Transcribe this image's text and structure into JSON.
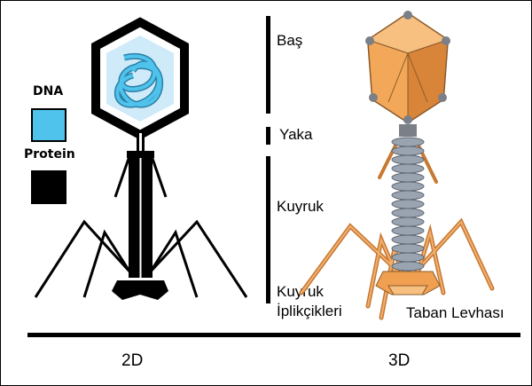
{
  "legend": {
    "dna_label": "DNA",
    "protein_label": "Protein",
    "dna_color": "#4fc3ec",
    "protein_color": "#000000"
  },
  "parts": {
    "head": "Baş",
    "collar": "Yaka",
    "tail": "Kuyruk",
    "tail_fibers_line1": "Kuyruk",
    "tail_fibers_line2": "İplikçikleri",
    "baseplate": "Taban Levhası"
  },
  "views": {
    "left": "2D",
    "right": "3D"
  },
  "colors": {
    "orange": "#f0a050",
    "orange_dark": "#c87830",
    "tail_gray": "#9aa4b0"
  }
}
